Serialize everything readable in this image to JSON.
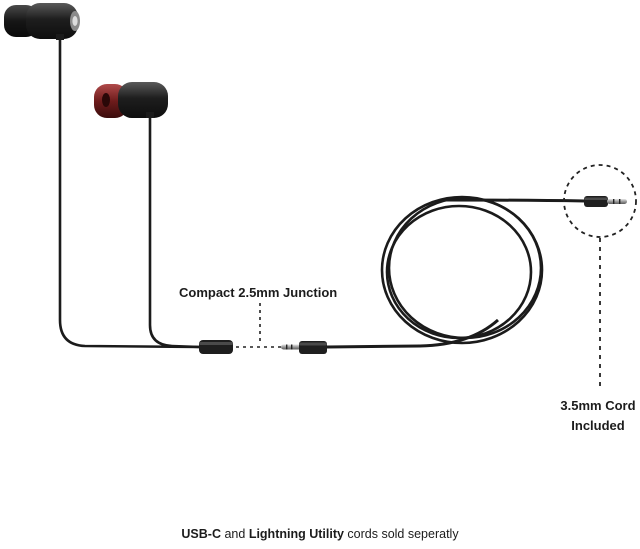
{
  "labels": {
    "junction": "Compact 2.5mm Junction",
    "cord_line1": "3.5mm Cord",
    "cord_line2": "Included"
  },
  "footer": {
    "part1": "USB-C",
    "part2": " and ",
    "part3": "Lightning Utility",
    "part4": " cords sold seperatly"
  },
  "colors": {
    "cable": "#1b1b1b",
    "earbud_shell": "#2a2a2a",
    "eartip_red": "#7a1f1f",
    "connector_gold": "#c9a64a",
    "dashed": "#222222"
  },
  "icons": [
    "earbud-left-icon",
    "earbud-right-icon",
    "junction-connector-icon",
    "audio-plug-icon",
    "coiled-cord-icon"
  ]
}
